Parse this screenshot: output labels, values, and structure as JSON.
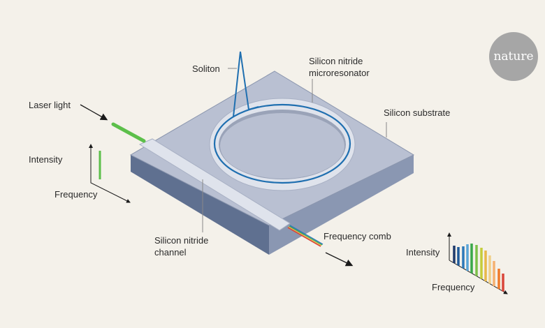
{
  "labels": {
    "soliton": "Soliton",
    "microresonator_line1": "Silicon nitride",
    "microresonator_line2": "microresonator",
    "substrate": "Silicon substrate",
    "laser": "Laser light",
    "intensity_left": "Intensity",
    "frequency_left": "Frequency",
    "channel_line1": "Silicon nitride",
    "channel_line2": "channel",
    "comb": "Frequency comb",
    "intensity_right": "Intensity",
    "frequency_right": "Frequency"
  },
  "logo": "nature",
  "colors": {
    "laser": "#5cbf4a",
    "resonator": "#1f6fb0",
    "comb_bars": [
      "#1f3a6b",
      "#1f5a9a",
      "#2c78b8",
      "#5aa5d8",
      "#3aa84a",
      "#7cc04a",
      "#c5cc3a",
      "#e8b84a",
      "#f0d08a",
      "#f5b070",
      "#ee7a2a",
      "#d9453a"
    ]
  }
}
